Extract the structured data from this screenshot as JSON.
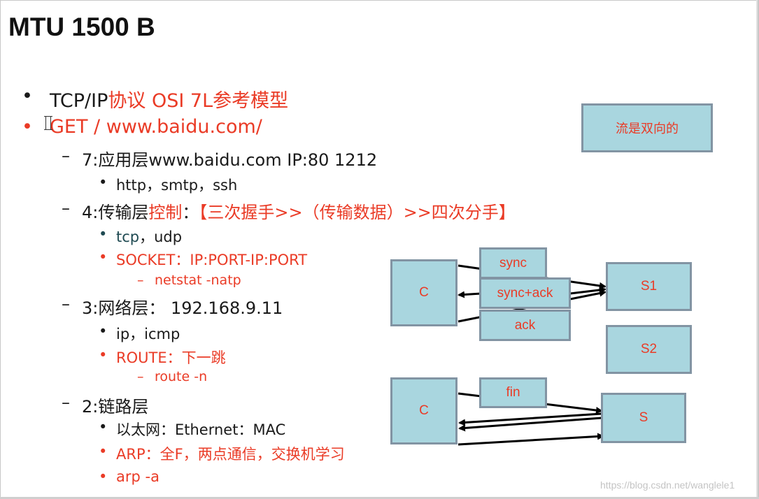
{
  "title": "MTU 1500 B",
  "bullets": [
    {
      "level": 1,
      "marker": "•",
      "parts": [
        {
          "t": "TCP/IP",
          "c": "blk"
        },
        {
          "t": "协议  OSI 7L参考模型",
          "c": "red"
        }
      ]
    },
    {
      "level": 1,
      "marker": "•",
      "marker_color": "red",
      "parts": [
        {
          "t": "GET / www.baidu.com/",
          "c": "red"
        }
      ]
    },
    {
      "level": 2,
      "marker": "–",
      "parts": [
        {
          "t": "7:应用层www.baidu.com  IP:80  1212",
          "c": "blk"
        }
      ]
    },
    {
      "level": 3,
      "marker": "•",
      "parts": [
        {
          "t": "http，smtp，ssh",
          "c": "blk"
        }
      ]
    },
    {
      "level": 2,
      "marker": "–",
      "parts": [
        {
          "t": "4:传输层",
          "c": "blk"
        },
        {
          "t": "控制",
          "c": "red"
        },
        {
          "t": "：",
          "c": "blk"
        },
        {
          "t": "【三次握手>>（传输数据）>>四次分手】",
          "c": "red"
        }
      ]
    },
    {
      "level": 3,
      "marker": "•",
      "marker_color": "teal",
      "parts": [
        {
          "t": "tcp",
          "c": "teal"
        },
        {
          "t": "，udp",
          "c": "blk"
        }
      ]
    },
    {
      "level": 3,
      "marker": "•",
      "marker_color": "red",
      "parts": [
        {
          "t": "SOCKET：IP:PORT-IP:PORT",
          "c": "red"
        }
      ]
    },
    {
      "level": 4,
      "marker": "–",
      "marker_color": "red",
      "parts": [
        {
          "t": "netstat -natp",
          "c": "red"
        }
      ]
    },
    {
      "level": 2,
      "marker": "–",
      "parts": [
        {
          "t": "3:网络层：  192.168.9.11",
          "c": "blk"
        }
      ]
    },
    {
      "level": 3,
      "marker": "•",
      "parts": [
        {
          "t": "ip，icmp",
          "c": "blk"
        }
      ]
    },
    {
      "level": 3,
      "marker": "•",
      "marker_color": "red",
      "parts": [
        {
          "t": "ROUTE：下一跳",
          "c": "red"
        }
      ]
    },
    {
      "level": 4,
      "marker": "–",
      "marker_color": "red",
      "parts": [
        {
          "t": "route -n",
          "c": "red"
        }
      ]
    },
    {
      "level": 2,
      "marker": "–",
      "parts": [
        {
          "t": "2:链路层",
          "c": "blk"
        }
      ]
    },
    {
      "level": 3,
      "marker": "•",
      "parts": [
        {
          "t": "以太网：Ethernet：MAC",
          "c": "blk"
        }
      ]
    },
    {
      "level": 3,
      "marker": "•",
      "marker_color": "red",
      "parts": [
        {
          "t": "ARP：全F，两点通信，交换机学习",
          "c": "red"
        }
      ]
    },
    {
      "level": 3,
      "marker": "•",
      "marker_color": "red",
      "parts": [
        {
          "t": "arp -a",
          "c": "red"
        }
      ]
    }
  ],
  "note_box": "流是双向的",
  "handshake": {
    "client": "C",
    "server1": "S1",
    "server2": "S2",
    "msg_sync": "sync",
    "msg_sync_ack": "sync+ack",
    "msg_ack": "ack"
  },
  "teardown": {
    "client": "C",
    "server": "S",
    "msg_fin": "fin"
  },
  "watermark": "https://blog.csdn.net/wanglele1",
  "colors": {
    "red": "#ea3b26",
    "box_fill": "#a9d6df",
    "box_border": "#8294a3",
    "teal": "#1f4a52"
  }
}
